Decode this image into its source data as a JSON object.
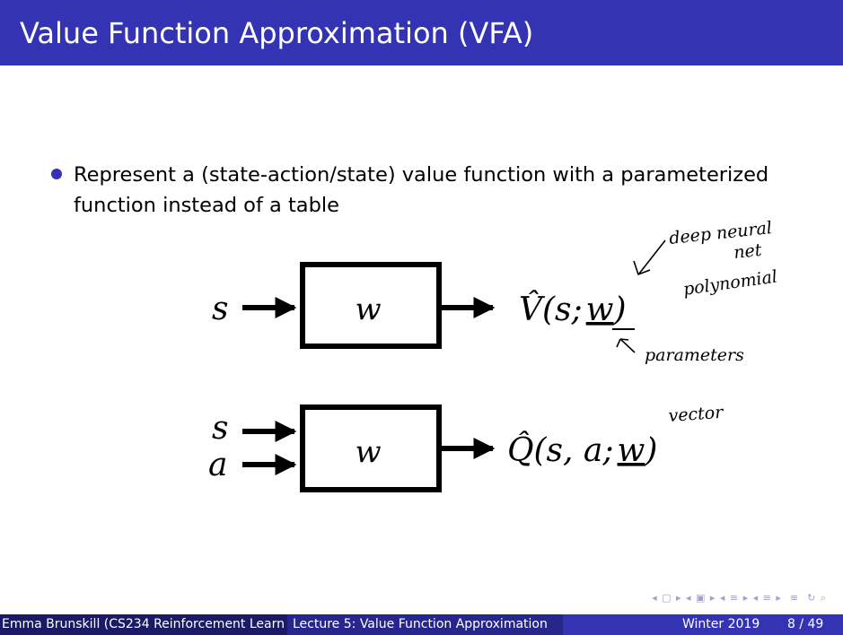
{
  "slide": {
    "title": "Value Function Approximation (VFA)",
    "bullet": "Represent a (state-action/state) value function with a parameterized function instead of a table"
  },
  "diagram1": {
    "input": "s",
    "box_label": "w",
    "output_prefix": "V̂(s;",
    "output_param": "w",
    "output_suffix": ")"
  },
  "diagram2": {
    "input_top": "s",
    "input_bottom": "a",
    "box_label": "w",
    "output_prefix": "Q̂(s, a;",
    "output_param": "w",
    "output_suffix": ")"
  },
  "annotations": {
    "deep_neural": "deep neural",
    "net": "net",
    "polynomial": "polynomial",
    "parameters": "parameters",
    "vector": "vector"
  },
  "footer": {
    "author": "Emma Brunskill (CS234 Reinforcement Learn",
    "lecture": "Lecture 5: Value Function Approximation",
    "term": "Winter 2019",
    "page": "8 / 49"
  },
  "nav_icons": [
    "nav-first-icon",
    "nav-prev-frame-icon",
    "nav-prev-section-icon",
    "nav-next-section-icon",
    "nav-align-icon",
    "nav-search-icon"
  ],
  "colors": {
    "header": "#3333b3",
    "footer_left": "#1a1a66",
    "footer_mid": "#26268c",
    "footer_right": "#3333b3"
  }
}
